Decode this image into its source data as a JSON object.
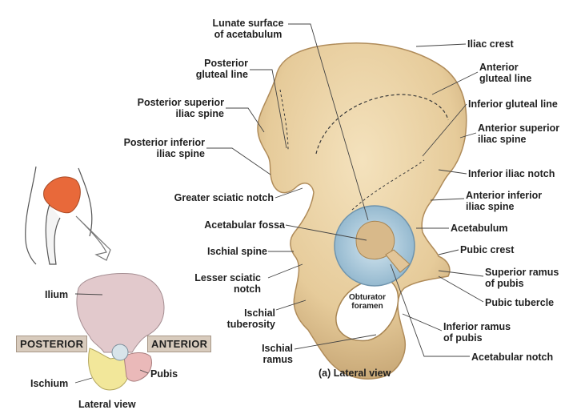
{
  "labels": {
    "lunate_surface": "Lunate surface\nof acetabulum",
    "posterior_gluteal_line": "Posterior\ngluteal line",
    "posterior_superior_iliac_spine": "Posterior superior\niliac spine",
    "posterior_inferior_iliac_spine": "Posterior inferior\niliac spine",
    "greater_sciatic_notch": "Greater sciatic notch",
    "acetabular_fossa": "Acetabular fossa",
    "ischial_spine": "Ischial spine",
    "lesser_sciatic_notch": "Lesser sciatic\nnotch",
    "ischial_tuberosity": "Ischial\ntuberosity",
    "ischial_ramus": "Ischial\nramus",
    "iliac_crest": "Iliac crest",
    "anterior_gluteal_line": "Anterior\ngluteal line",
    "inferior_gluteal_line": "Inferior gluteal line",
    "anterior_superior_iliac_spine": "Anterior superior\niliac spine",
    "inferior_iliac_notch": "Inferior iliac notch",
    "anterior_inferior_iliac_spine": "Anterior inferior\niliac spine",
    "acetabulum": "Acetabulum",
    "pubic_crest": "Pubic crest",
    "superior_ramus_of_pubis": "Superior ramus\nof pubis",
    "pubic_tubercle": "Pubic tubercle",
    "inferior_ramus_of_pubis": "Inferior ramus\nof pubis",
    "acetabular_notch": "Acetabular notch",
    "obturator_foramen": "Obturator\nforamen",
    "lateral_view_caption": "(a) Lateral view"
  },
  "inset": {
    "ilium": "Ilium",
    "posterior": "POSTERIOR",
    "anterior": "ANTERIOR",
    "ischium": "Ischium",
    "pubis": "Pubis",
    "caption": "Lateral view"
  },
  "colors": {
    "bone": "#e9d3a8",
    "bone_shade": "#c9a978",
    "acetabulum_cartilage": "#a9c9dc",
    "ilium_inset": "#e2c9cc",
    "ischium_inset": "#f2e79a",
    "pubis_inset": "#eab9b9",
    "body_highlight": "#e8693a",
    "tag_bg": "#d8cbbd"
  }
}
